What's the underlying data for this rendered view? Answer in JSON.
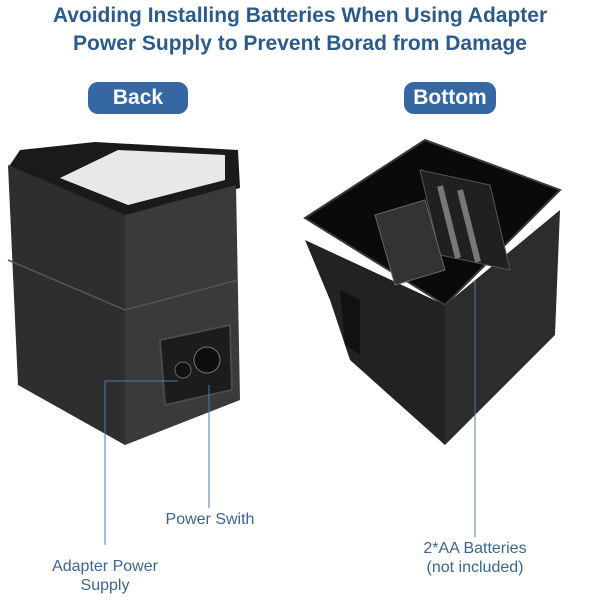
{
  "title": {
    "line1": "Avoiding Installing Batteries When Using Adapter",
    "line2": "Power Supply to Prevent Borad from Damage"
  },
  "views": {
    "back": "Back",
    "bottom": "Bottom"
  },
  "callouts": {
    "power_switch": "Power Swith",
    "adapter_line1": "Adapter Power",
    "adapter_line2": "Supply",
    "batteries_line1": "2*AA Batteries",
    "batteries_line2": "(not included)"
  },
  "colors": {
    "title": "#2b5b8c",
    "pill": "#3568a3",
    "callout": "#3b6592"
  }
}
